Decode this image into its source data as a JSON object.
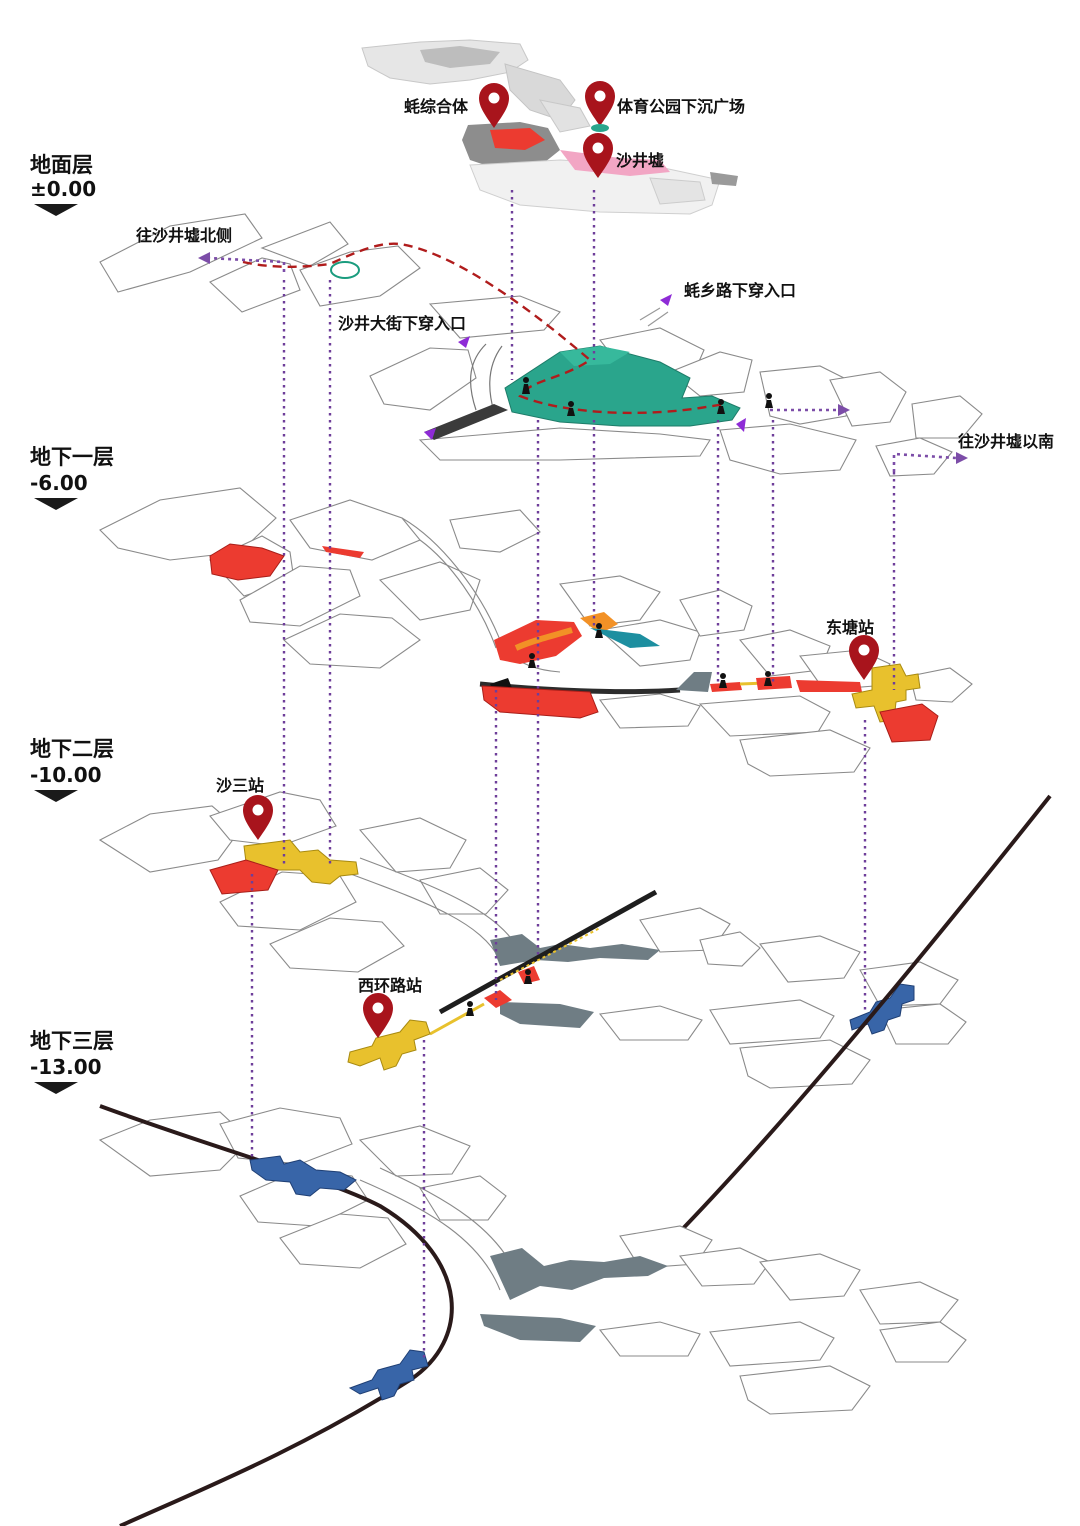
{
  "levels": [
    {
      "name": "地面层",
      "elevation": "±0.00"
    },
    {
      "name": "地下一层",
      "elevation": "-6.00"
    },
    {
      "name": "地下二层",
      "elevation": "-10.00"
    },
    {
      "name": "地下三层",
      "elevation": "-13.00"
    }
  ],
  "ground_labels": {
    "complex": "蚝综合体",
    "sunken_plaza": "体育公园下沉广场",
    "shajingxu": "沙井墟",
    "north_side": "往沙井墟北侧",
    "haoxiang_entrance": "蚝乡路下穿入口",
    "shajing_entrance": "沙井大街下穿入口",
    "south_side": "往沙井墟以南"
  },
  "stations": {
    "dongtang": "东塘站",
    "shasan": "沙三站",
    "xihuanlu": "西环路站"
  },
  "colors": {
    "plaza": "#2aa58c",
    "commercial": "#ec3b30",
    "orange": "#f29126",
    "metro_b2": "#e8c12d",
    "metro_b3": "#3865a8",
    "gray_volume": "#6f7d84",
    "pin": "#a8141c",
    "connector": "#6e3e9a",
    "route": "#b01c1c",
    "teal": "#1d8fa0"
  }
}
